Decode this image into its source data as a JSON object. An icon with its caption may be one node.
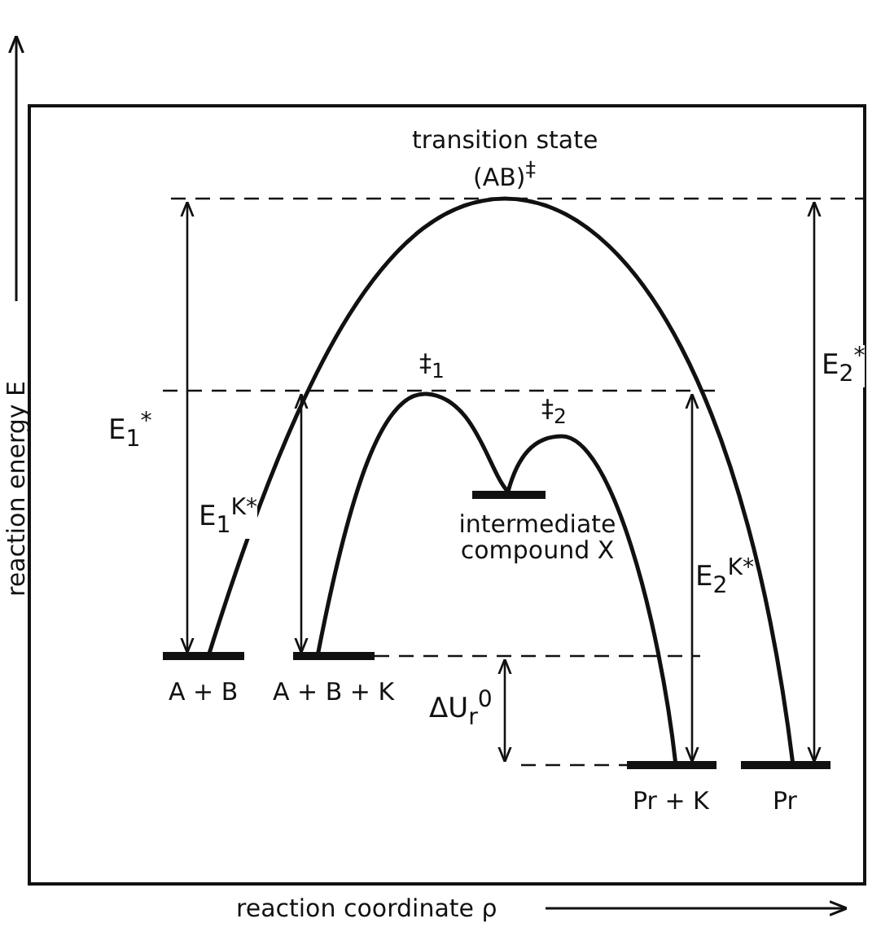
{
  "diagram": {
    "labels": [
      "transition state",
      "(AB)$^{‡}$",
      "E$_{1}$$^{*}$",
      "‡$_{1}$",
      "‡$_{2}$",
      "E$_{2}$$^{*}$",
      "E$_{1}$$^{K*}$",
      "intermediate compound X",
      "E$_{2}$$^{K*}$",
      "A + B",
      "A + B + K",
      "ΔU$_{r}$$^{0}$",
      "Pr + K",
      "Pr",
      "reaction energy E",
      "reaction coordinate ρ"
    ]
  }
}
